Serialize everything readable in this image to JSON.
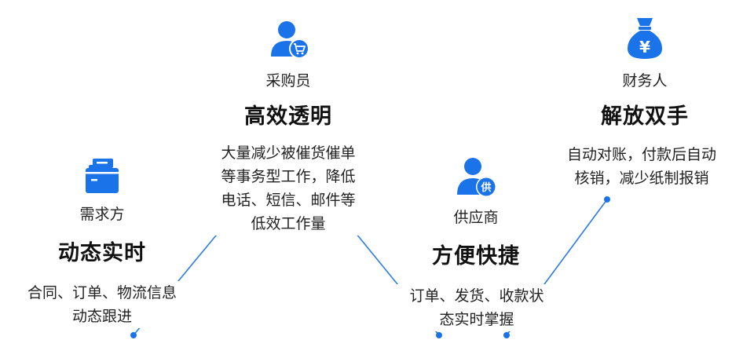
{
  "colors": {
    "accent": "#1a73e8",
    "line": "#2b7be6",
    "text": "#1a1a1a"
  },
  "items": [
    {
      "role": "需求方",
      "benefit": "动态实时",
      "desc_lines": [
        "合同、订单、物流信息",
        "动态跟进"
      ],
      "icon": "folder-icon"
    },
    {
      "role": "采购员",
      "benefit": "高效透明",
      "desc_lines": [
        "大量减少被催货催单",
        "等事务型工作，降低",
        "电话、短信、邮件等",
        "低效工作量"
      ],
      "icon": "buyer-cart-icon"
    },
    {
      "role": "供应商",
      "benefit": "方便快捷",
      "desc_lines": [
        "订单、发货、收款状",
        "态实时掌握"
      ],
      "icon": "supplier-icon",
      "icon_badge": "供"
    },
    {
      "role": "财务人",
      "benefit": "解放双手",
      "desc_lines": [
        "自动对账，付款后自动",
        "核销，减少纸制报销"
      ],
      "icon": "money-bag-icon",
      "icon_badge": "¥"
    }
  ]
}
